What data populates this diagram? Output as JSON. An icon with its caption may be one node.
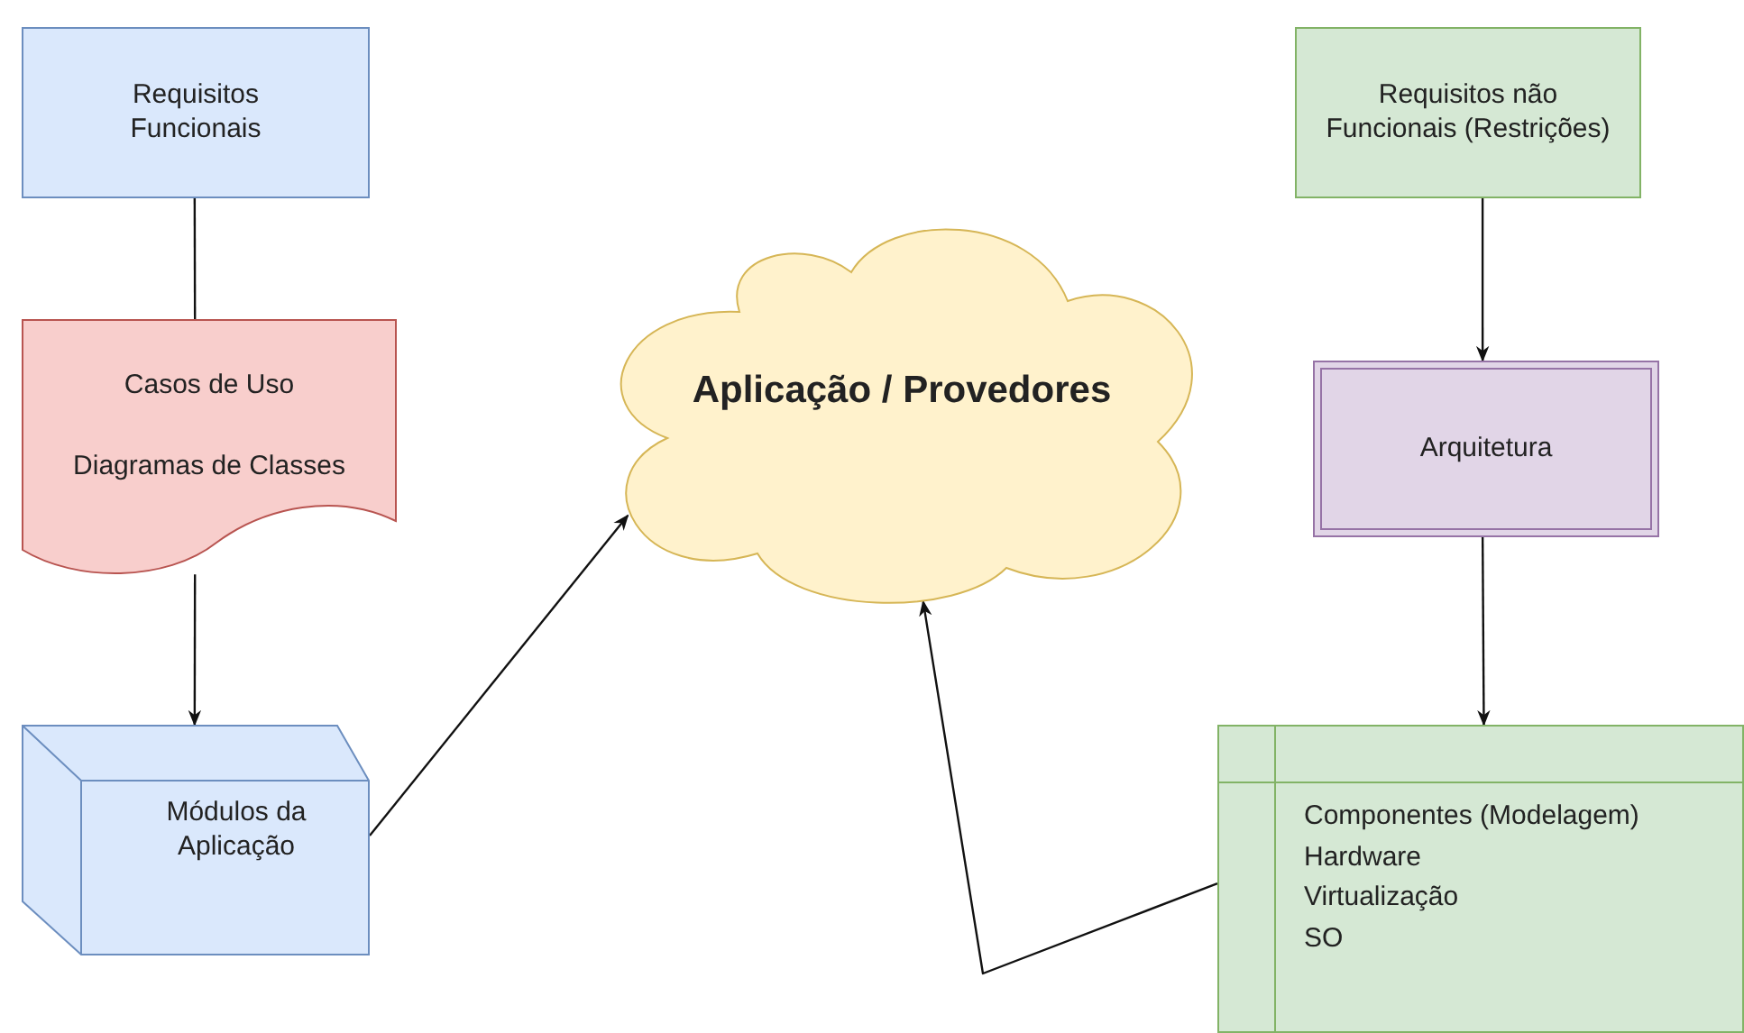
{
  "diagram": {
    "nodes": [
      {
        "text": [
          "Requisitos Funcionais"
        ]
      },
      {
        "text": [
          "Casos de Uso",
          "Diagramas de Classes"
        ]
      },
      {
        "text": [
          "Módulos da Aplicação"
        ]
      },
      {
        "text": [
          "Aplicação / Provedores"
        ]
      },
      {
        "text": [
          "Requisitos não Funcionais (Restrições)"
        ]
      },
      {
        "text": [
          "Arquitetura"
        ]
      },
      {
        "text": [
          "Componentes (Modelagem)",
          "Hardware",
          "Virtualização",
          "SO"
        ]
      }
    ],
    "edges": [
      {
        "from": 0,
        "to": 1,
        "arrow": "none"
      },
      {
        "from": 1,
        "to": 2,
        "arrow": "to"
      },
      {
        "from": 2,
        "to": 3,
        "arrow": "to"
      },
      {
        "from": 4,
        "to": 5,
        "arrow": "to"
      },
      {
        "from": 5,
        "to": 6,
        "arrow": "to"
      },
      {
        "from": 6,
        "to": 3,
        "arrow": "to"
      }
    ]
  }
}
